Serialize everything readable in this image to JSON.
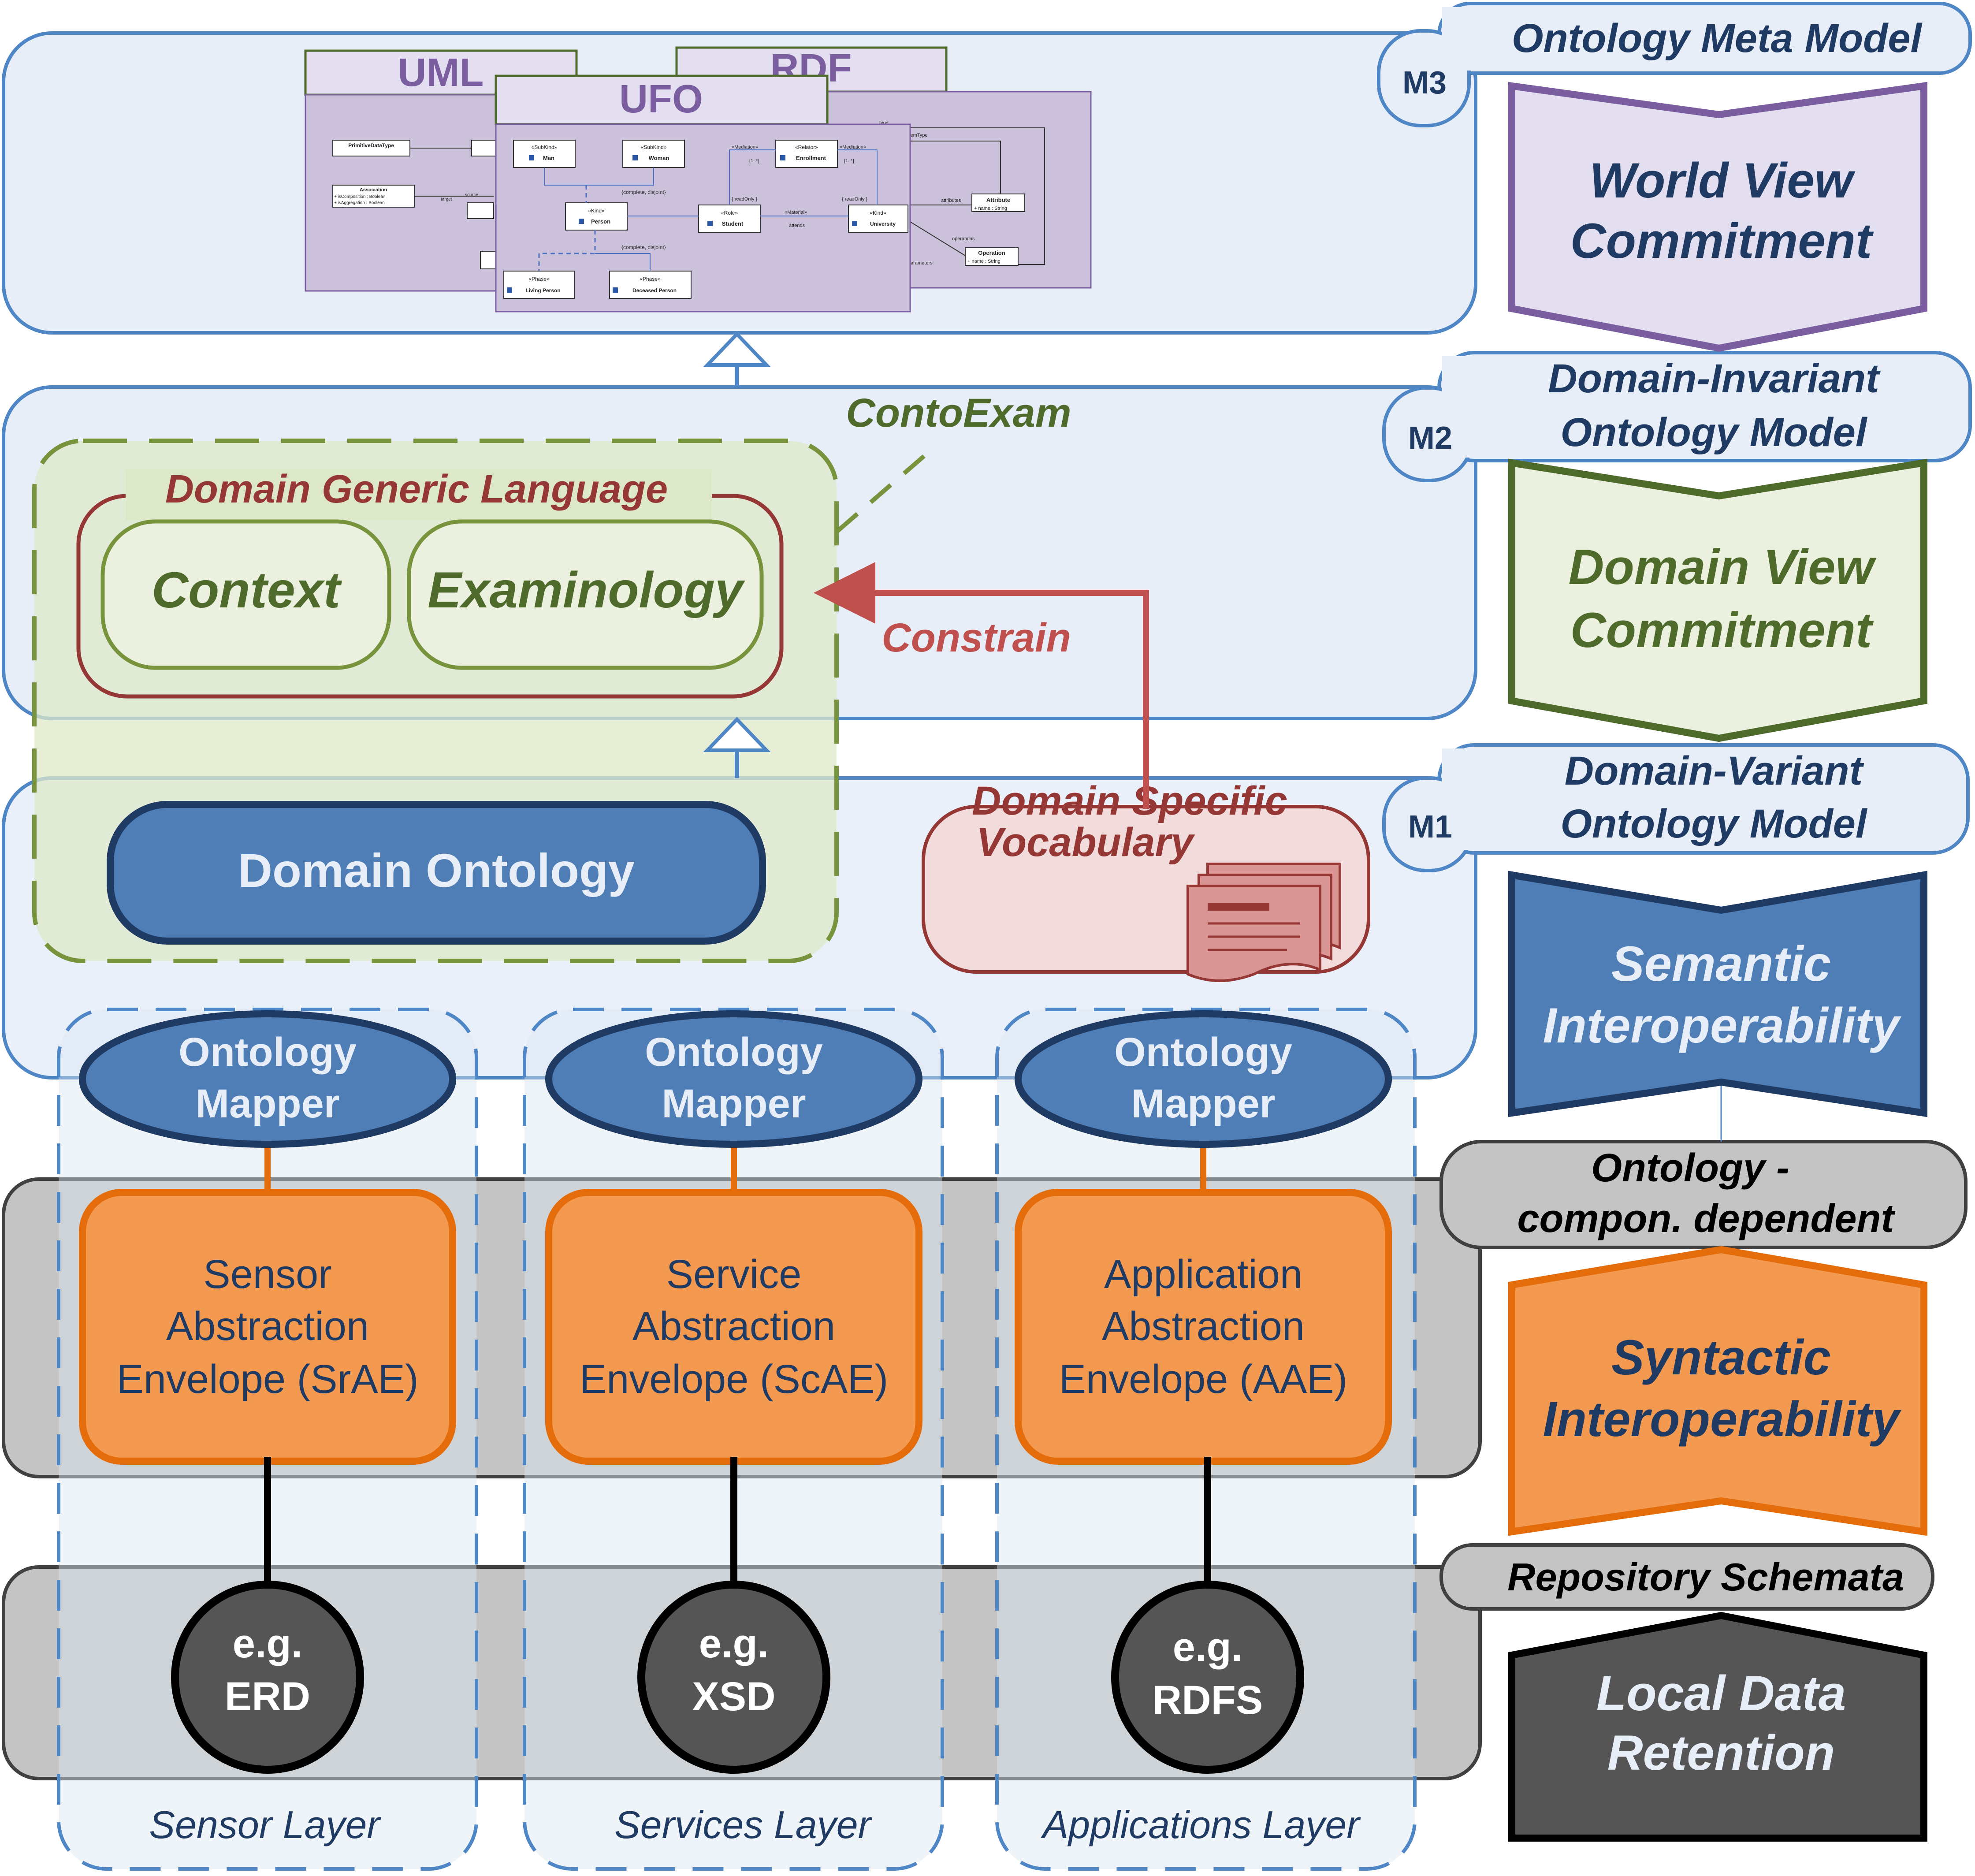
{
  "meta_levels": {
    "m3": {
      "tag": "M3",
      "title": "Ontology Meta Model"
    },
    "m2": {
      "tag": "M2",
      "title_line1": "Domain-Invariant",
      "title_line2": "Ontology Model"
    },
    "m1": {
      "tag": "M1",
      "title_line1": "Domain-Variant",
      "title_line2": "Ontology Model"
    }
  },
  "metamodels": {
    "uml": "UML",
    "rdf": "RDF",
    "ufo": "UFO",
    "ufo_small_text": {
      "man": "Man",
      "woman": "Woman",
      "person": "Person",
      "student": "Student",
      "enrollment": "Enrollment",
      "university": "University",
      "living_person": "Living Person",
      "deceased_person": "Deceased Person",
      "subkind": "«SubKind»",
      "kind": "«Kind»",
      "role": "«Role»",
      "relator": "«Relator»",
      "phase": "«Phase»",
      "mediation": "«Mediation»",
      "material": "«Material»",
      "complete_disjoint": "{complete, disjoint}",
      "read_only": "{ readOnly }",
      "attends": "attends",
      "mult_1": "[1..*]",
      "mult_2": "[1..*]"
    },
    "uml_small_text": {
      "primitive": "PrimitiveDataType",
      "association": "Association",
      "is_composition": "+ isComposition : Boolean",
      "is_aggregation": "+ isAggregation : Boolean",
      "target": "target",
      "source": "source",
      "attributes": "attributes",
      "attribute": "Attribute",
      "name_string": "+ name : String",
      "operations": "operations",
      "operation": "Operation",
      "parameters": "parameters",
      "type": "type",
      "item_type": "itemType"
    }
  },
  "contoexam": {
    "label": "ContoExam",
    "dgl_label": "Domain Generic Language",
    "context": "Context",
    "examinology": "Examinology"
  },
  "constrain_label": "Constrain",
  "domain_ontology": "Domain Ontology",
  "dsv": {
    "line1": "Domain Specific",
    "line2": "Vocabulary"
  },
  "columns": [
    {
      "mapper_l1": "Ontology",
      "mapper_l2": "Mapper",
      "env_l1": "Sensor",
      "env_l2": "Abstraction",
      "env_l3": "Envelope (SrAE)",
      "repo_l1": "e.g.",
      "repo_l2": "ERD",
      "layer": "Sensor Layer"
    },
    {
      "mapper_l1": "Ontology",
      "mapper_l2": "Mapper",
      "env_l1": "Service",
      "env_l2": "Abstraction",
      "env_l3": "Envelope (ScAE)",
      "repo_l1": "e.g.",
      "repo_l2": "XSD",
      "layer": "Services Layer"
    },
    {
      "mapper_l1": "Ontology",
      "mapper_l2": "Mapper",
      "env_l1": "Application",
      "env_l2": "Abstraction",
      "env_l3": "Envelope (AAE)",
      "repo_l1": "e.g.",
      "repo_l2": "RDFS",
      "layer": "Applications Layer"
    }
  ],
  "right_labels": {
    "onto_dependent_l1": "Ontology -",
    "onto_dependent_l2": "compon. dependent",
    "repo_schemata": "Repository Schemata"
  },
  "right_arrows": {
    "world_view": {
      "l1": "World View",
      "l2": "Commitment"
    },
    "domain_view": {
      "l1": "Domain View",
      "l2": "Commitment"
    },
    "semantic": {
      "l1": "Semantic",
      "l2": "Interoperability"
    },
    "syntactic": {
      "l1": "Syntactic",
      "l2": "Interoperability"
    },
    "local_data": {
      "l1": "Local Data",
      "l2": "Retention"
    }
  },
  "colors": {
    "blue_line": "#4f86c6",
    "blue_fill": "#e8eef8",
    "dark_blue": "#1f3a63",
    "domain_blue": "#4f7db5",
    "green_dark": "#4e6b2c",
    "green_fill": "#dde8c8",
    "red": "#c0504d",
    "purple": "#7b5ea0",
    "purple_fill": "#ccc1da",
    "orange": "#e46c0a",
    "orange_fill": "#f39a50",
    "gray_band": "#c4c4c4",
    "dark_circle": "#555555"
  }
}
